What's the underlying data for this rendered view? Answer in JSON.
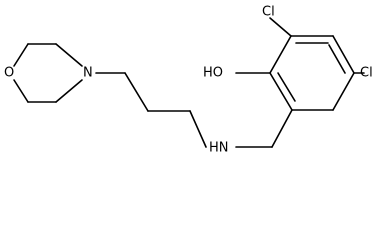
{
  "molecule": {
    "atoms": {
      "chlorine_top": "Cl",
      "chlorine_right": "Cl",
      "hydroxyl": "HO",
      "amine": "HN",
      "morpholine_oxygen": "O",
      "morpholine_nitrogen": "N"
    }
  },
  "colors": {
    "bond": "#000000",
    "label": "#000000",
    "background": "#ffffff"
  }
}
